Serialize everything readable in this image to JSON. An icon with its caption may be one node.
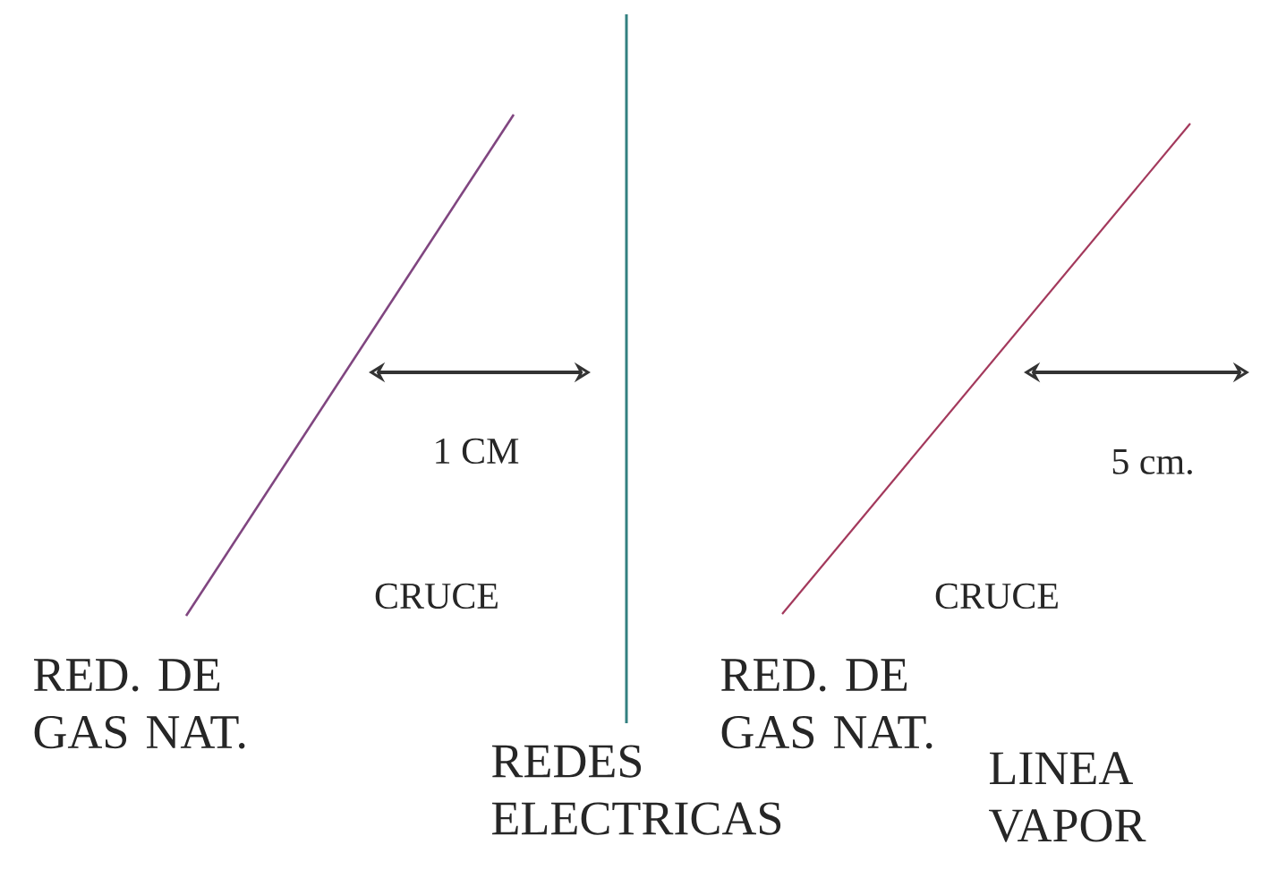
{
  "diagram": {
    "labels": [
      "1 CM",
      "5 cm.",
      "CRUCE",
      "CRUCE",
      "RED. DE GAS NAT.",
      "RED. DE GAS NAT.",
      "REDES ELECTRICAS",
      "LINEA VAPOR"
    ]
  }
}
